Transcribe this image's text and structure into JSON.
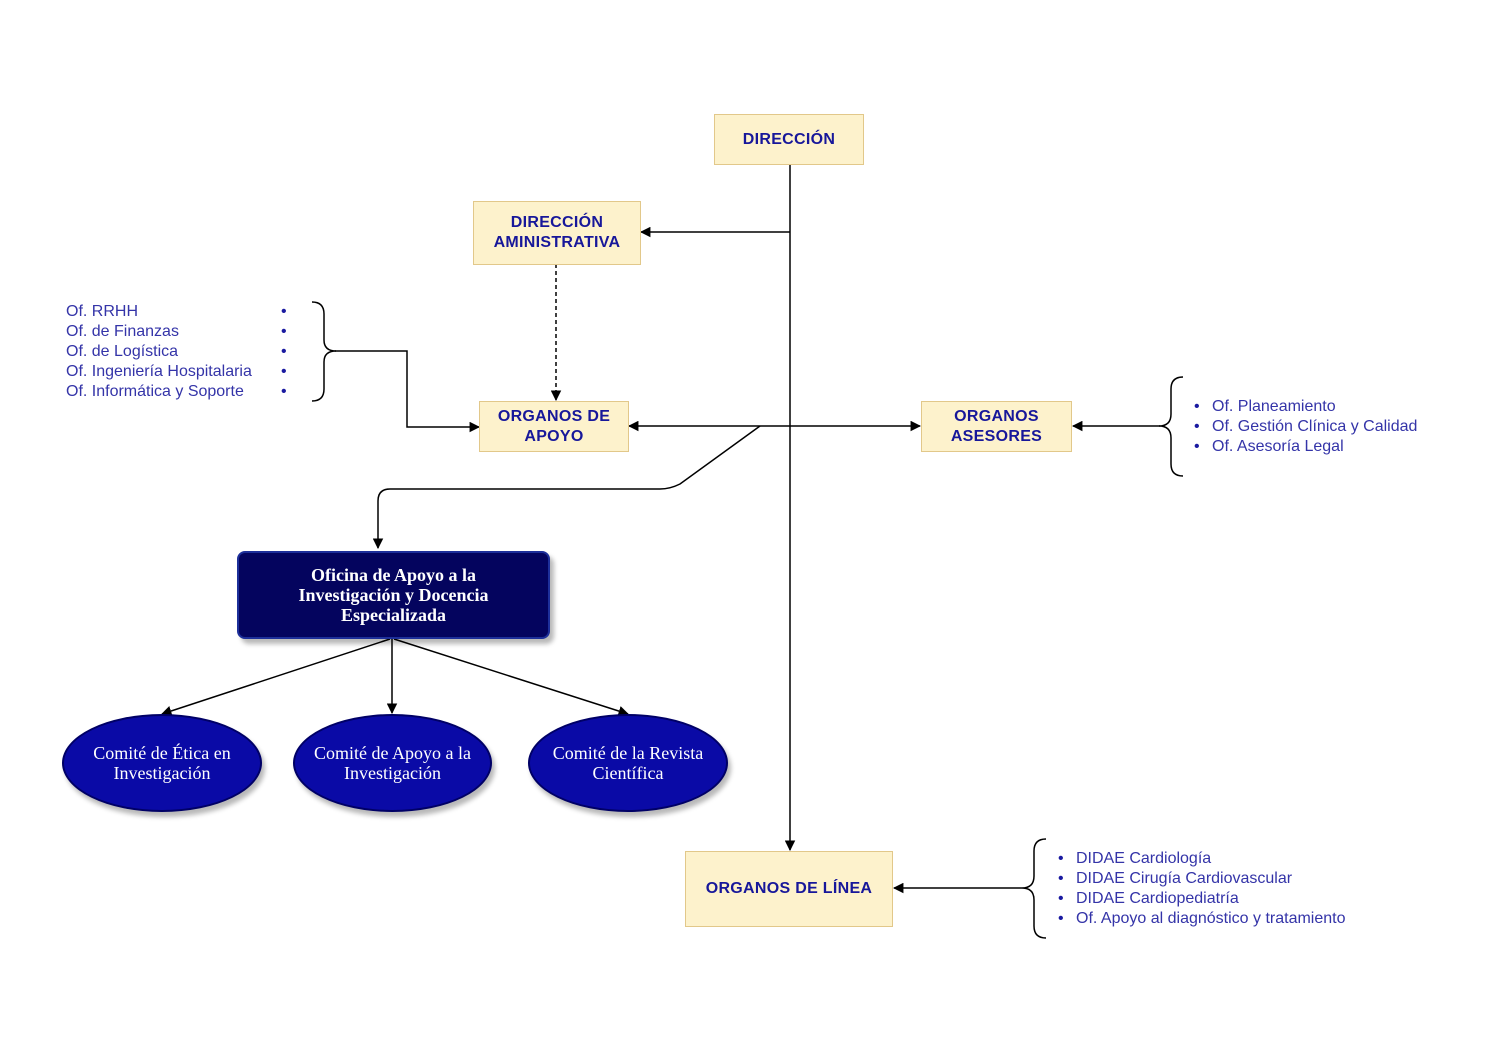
{
  "nodes": {
    "direccion": "DIRECCIÓN",
    "direccion_administrativa": "DIRECCIÓN AMINISTRATIVA",
    "organos_apoyo": "ORGANOS DE APOYO",
    "organos_asesores": "ORGANOS ASESORES",
    "organos_linea": "ORGANOS DE LÍNEA",
    "oficina": "Oficina de Apoyo a la Investigación y Docencia Especializada",
    "comite_etica": "Comité de Ética en Investigación",
    "comite_apoyo": "Comité de Apoyo a la Investigación",
    "comite_revista": "Comité de la Revista Científica"
  },
  "lists": {
    "apoyo_offices": [
      "Of. RRHH",
      "Of. de Finanzas",
      "Of. de Logística",
      "Of. Ingeniería Hospitalaria",
      "Of. Informática y Soporte"
    ],
    "asesores_offices": [
      "Of. Planeamiento",
      "Of. Gestión Clínica y Calidad",
      "Of. Asesoría Legal"
    ],
    "linea_offices": [
      "DIDAE Cardiología",
      "DIDAE Cirugía Cardiovascular",
      "DIDAE Cardiopediatría",
      "Of. Apoyo al diagnóstico y tratamiento"
    ]
  },
  "colors": {
    "box_fill": "#fdf2cc",
    "box_text": "#17179a",
    "navy_fill": "#04045e",
    "ellipse_fill": "#0a0aa6",
    "list_text": "#3434a8"
  }
}
